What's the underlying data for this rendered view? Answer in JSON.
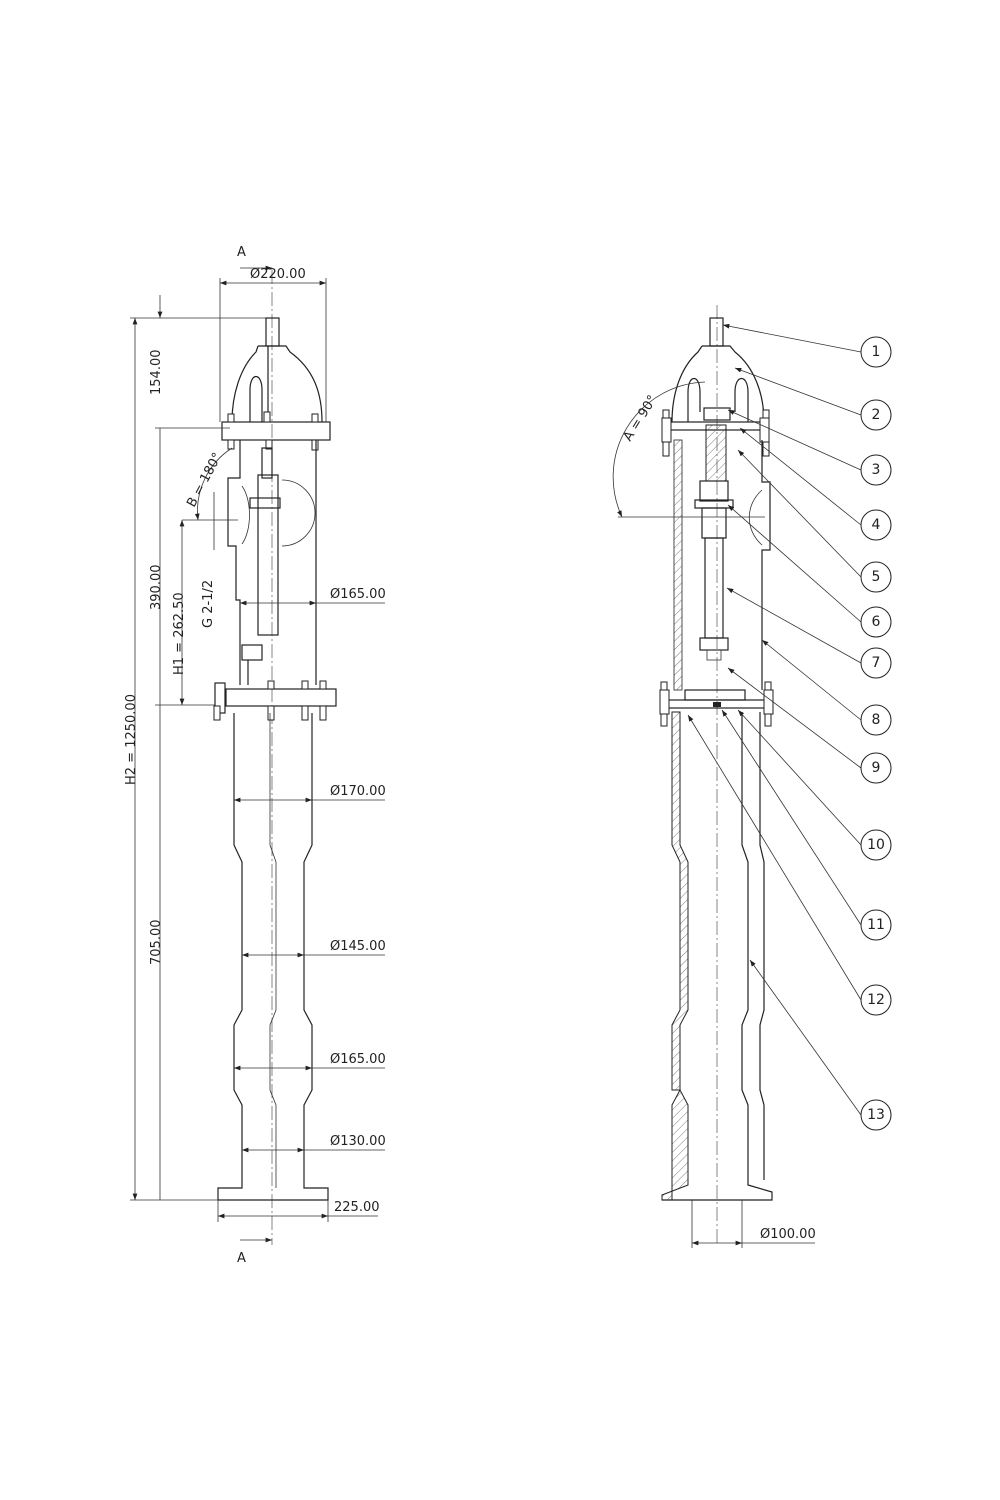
{
  "left_view": {
    "section_marker_top": "A",
    "section_marker_bottom": "A",
    "dimensions": {
      "top_diameter": "Ø220.00",
      "height_top": "154.00",
      "height_middle": "390.00",
      "height_bottom": "705.00",
      "total_height": "H2 = 1250.00",
      "outlet_height": "H1 = 262.50",
      "outlet_thread": "G 2-1/2",
      "outlet_angle": "B = 180°",
      "body_diameter": "Ø165.00",
      "upper_pipe_diameter": "Ø170.00",
      "mid_pipe_diameter": "Ø145.00",
      "lower_pipe_diameter": "Ø165.00",
      "bottom_pipe_diameter": "Ø130.00",
      "base_width": "225.00"
    }
  },
  "right_view": {
    "angle_label": "A = 90°",
    "bore_diameter": "Ø100.00",
    "balloons": [
      "1",
      "2",
      "3",
      "4",
      "5",
      "6",
      "7",
      "8",
      "9",
      "10",
      "11",
      "12",
      "13"
    ]
  }
}
